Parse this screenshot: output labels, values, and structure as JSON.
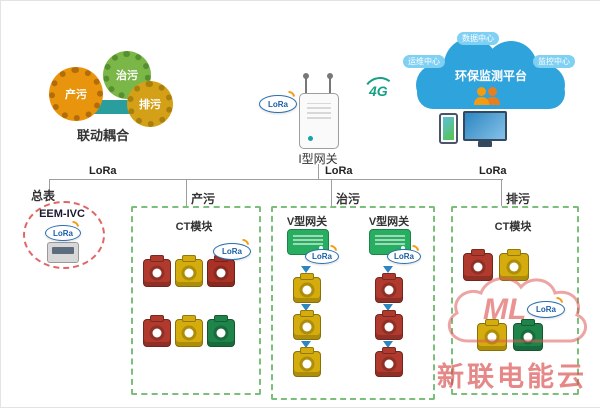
{
  "labels": {
    "lora": "LoRa"
  },
  "colors": {
    "cloud_blue": "#2fa3dc",
    "gear_orange": "#e8940c",
    "gear_green": "#7ab648",
    "gear_yellow": "#d4a017",
    "section_border_green": "#7bbf7b",
    "lora_blue": "#1a5fa8",
    "module_red": "#b03a2e",
    "module_yellow": "#d4ac0d",
    "module_green": "#1e8449",
    "watermark_red": "#d94a4a"
  },
  "gears": {
    "caption": "联动耦合",
    "items": [
      {
        "label": "产污"
      },
      {
        "label": "治污"
      },
      {
        "label": "排污"
      }
    ]
  },
  "gateway": {
    "label": "I型网关",
    "signal": "4G"
  },
  "cloud": {
    "title": "环保监测平台",
    "satellites": [
      {
        "label": "数据中心"
      },
      {
        "label": "运维中心"
      },
      {
        "label": "监控中心"
      }
    ]
  },
  "master": {
    "title": "总表",
    "device": "EEM-IVC"
  },
  "sections": {
    "produce": {
      "title": "产污",
      "module": "CT模块"
    },
    "treat": {
      "title": "治污",
      "gateway1": "V型网关",
      "gateway2": "V型网关"
    },
    "discharge": {
      "title": "排污",
      "module": "CT模块"
    }
  },
  "watermark": {
    "logo": "ML",
    "text": "新联电能云"
  }
}
